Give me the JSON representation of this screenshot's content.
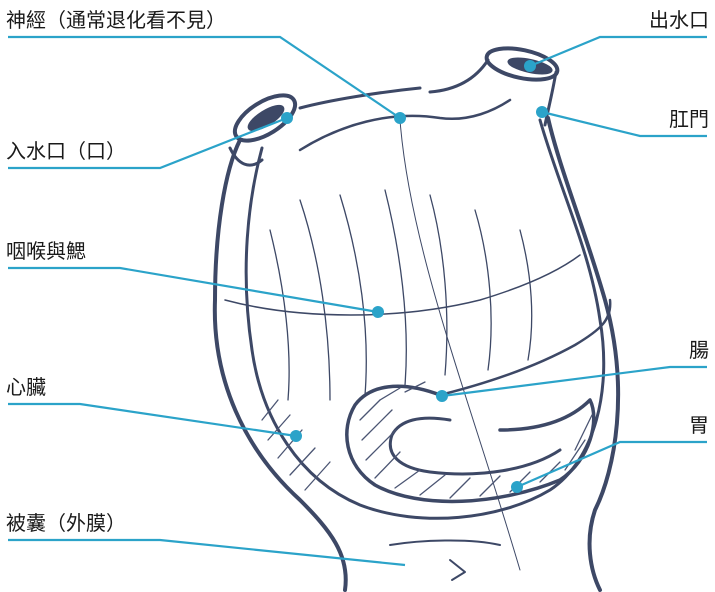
{
  "colors": {
    "leader": "#2ba3c9",
    "outline": "#3d4866",
    "hatch": "#4b5573",
    "text": "#1a1a1a"
  },
  "labels": {
    "nerve": "神經（通常退化看不見）",
    "inlet": "入水口（口）",
    "pharynx": "咽喉與鰓",
    "heart": "心臟",
    "tunic": "被囊（外膜）",
    "outlet": "出水口",
    "anus": "肛門",
    "intestine": "腸",
    "stomach": "胃"
  }
}
